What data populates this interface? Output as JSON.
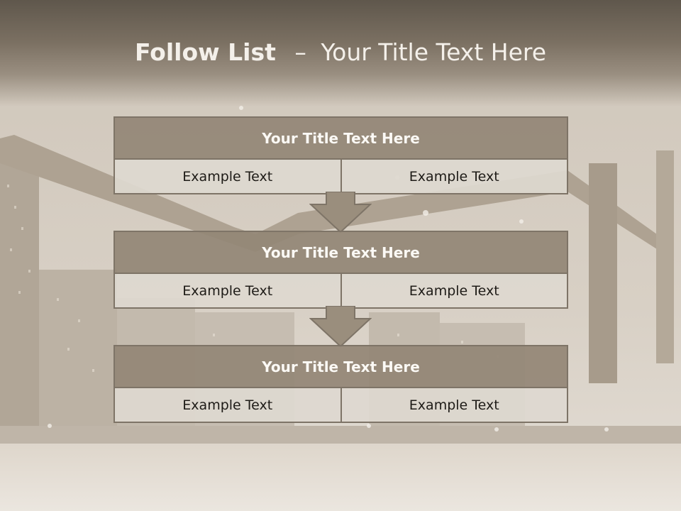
{
  "slide": {
    "title_strong": "Follow List",
    "title_separator": "–",
    "title_rest": "Your Title Text Here"
  },
  "steps": [
    {
      "title": "Your Title Text Here",
      "left": "Example Text",
      "right": "Example Text"
    },
    {
      "title": "Your Title Text Here",
      "left": "Example Text",
      "right": "Example Text"
    },
    {
      "title": "Your Title Text Here",
      "left": "Example Text",
      "right": "Example Text"
    }
  ],
  "colors": {
    "title_bar": "#938776",
    "cell": "#ded8d0",
    "border": "#7e7467",
    "arrow": "#9a8e7d"
  }
}
